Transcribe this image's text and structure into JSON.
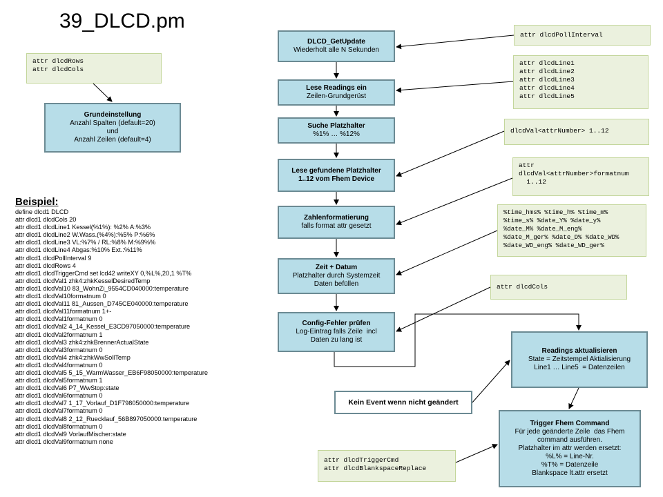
{
  "title": "39_DLCD.pm",
  "flow": [
    {
      "title": "DLCD_GetUpdate",
      "lines": [
        "Wiederholt alle N Sekunden"
      ]
    },
    {
      "title": "Lese Readings ein",
      "lines": [
        "Zeilen-Grundgerüst"
      ]
    },
    {
      "title": "Suche Platzhalter",
      "lines": [
        "%1% … %12%"
      ]
    },
    {
      "title": "Lese gefundene Platzhalter",
      "lines": [
        "1..12 vom Fhem Device"
      ]
    },
    {
      "title": "Zahlenformatierung",
      "lines": [
        "falls format attr gesetzt"
      ]
    },
    {
      "title": "Zeit + Datum",
      "lines": [
        "Platzhalter durch Systemzeit",
        "Daten befüllen"
      ]
    },
    {
      "title": "Config-Fehler prüfen",
      "lines": [
        "Log-Eintrag falls Zeile  incl",
        "Daten zu lang ist"
      ]
    }
  ],
  "grundeinstellung": {
    "title": "Grundeinstellung",
    "lines": [
      "Anzahl Spalten (default=20)",
      "und",
      "Anzahl Zeilen (default=4)"
    ]
  },
  "readings": {
    "title": "Readings aktualisieren",
    "lines": [
      "State = Zeitstempel Aktialisierung",
      "Line1 … Line5  = Datenzeilen"
    ]
  },
  "trigger": {
    "title": "Trigger Fhem Command",
    "lines": [
      "Für jede geänderte Zeile  das Fhem",
      "command ausführen.",
      "Platzhalter im attr werden ersetzt:",
      "%L% = Line-Nr.",
      "%T% = Datenzeile",
      "Blankspace lt.attr ersetzt"
    ]
  },
  "no_event": "Kein Event wenn nicht geändert",
  "notes": {
    "rows_cols": [
      "attr dlcdRows",
      "attr dlcdCols"
    ],
    "poll": [
      "attr dlcdPollInterval"
    ],
    "lines": [
      "attr dlcdLine1",
      "attr dlcdLine2",
      "attr dlcdLine3",
      "attr dlcdLine4",
      "attr dlcdLine5"
    ],
    "val": [
      "dlcdVal<attrNumber> 1..12"
    ],
    "formatnum": [
      "attr",
      "dlcdVal<attrNumber>formatnum",
      "  1..12"
    ],
    "time": [
      "%time_hms% %time_h% %time_m%",
      "%time_s% %date_Y% %date_y%",
      "%date_M% %date_M_eng%",
      "%date_M_ger% %date_D% %date_WD%",
      "%date_WD_eng% %date_WD_ger%"
    ],
    "cols": [
      "attr dlcdCols"
    ],
    "trigger_cmd": [
      "attr dlcdTriggerCmd",
      "attr dlcdBlankspaceReplace"
    ]
  },
  "example": {
    "heading": "Beispiel:",
    "lines": [
      "define dlcd1 DLCD",
      "attr dlcd1 dlcdCols 20",
      "attr dlcd1 dlcdLine1 Kessel(%1%): %2% A:%3%",
      "attr dlcd1 dlcdLine2 W.Wass.(%4%):%5% P:%6%",
      "attr dlcd1 dlcdLine3 VL:%7% / RL:%8% M:%9%%",
      "attr dlcd1 dlcdLine4 Abgas:%10% Ext.:%11%",
      "attr dlcd1 dlcdPollInterval 9",
      "attr dlcd1 dlcdRows 4",
      "attr dlcd1 dlcdTriggerCmd set lcd42 writeXY 0,%L%,20,1 %T%",
      "attr dlcd1 dlcdVal1 zhk4:zhkKesselDesiredTemp",
      "attr dlcd1 dlcdVal10 83_WohnZi_9554CD040000:temperature",
      "attr dlcd1 dlcdVal10formatnum 0",
      "attr dlcd1 dlcdVal11 81_Aussen_D745CE040000:temperature",
      "attr dlcd1 dlcdVal11formatnum 1+-",
      "attr dlcd1 dlcdVal1formatnum 0",
      "attr dlcd1 dlcdVal2 4_14_Kessel_E3CD97050000:temperature",
      "attr dlcd1 dlcdVal2formatnum 1",
      "attr dlcd1 dlcdVal3 zhk4:zhkBrennerActualState",
      "attr dlcd1 dlcdVal3formatnum 0",
      "attr dlcd1 dlcdVal4 zhk4:zhkWwSollTemp",
      "attr dlcd1 dlcdVal4formatnum 0",
      "attr dlcd1 dlcdVal5 5_15_WarmWasser_EB6F98050000:temperature",
      "attr dlcd1 dlcdVal5formatnum 1",
      "attr dlcd1 dlcdVal6 P7_WwStop:state",
      "attr dlcd1 dlcdVal6formatnum 0",
      "attr dlcd1 dlcdVal7 1_17_Vorlauf_D1F798050000:temperature",
      "attr dlcd1 dlcdVal7formatnum 0",
      "attr dlcd1 dlcdVal8 2_12_Ruecklauf_56B897050000:temperature",
      "attr dlcd1 dlcdVal8formatnum 0",
      "attr dlcd1 dlcdVal9 VorlaufMischer:state",
      "attr dlcd1 dlcdVal9formatnum none"
    ]
  },
  "colors": {
    "process_fill": "#b7dde8",
    "process_border": "#6b8a93",
    "note_fill": "#ebf1de",
    "note_border": "#c3d69b"
  }
}
